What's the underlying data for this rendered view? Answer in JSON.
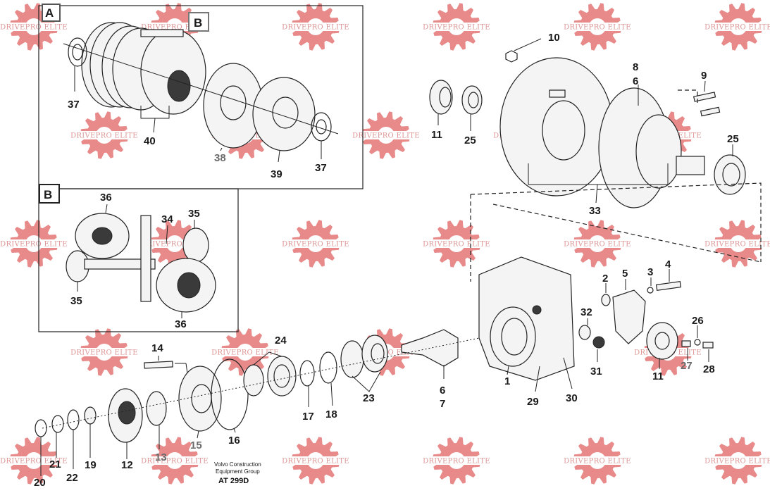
{
  "watermark": {
    "text": "DRIVEPRO ELITE",
    "color": "#e05a5a"
  },
  "boxes": {
    "a_label": "A",
    "b_ref_label": "B",
    "b_label": "B"
  },
  "caption": {
    "line1": "Volvo Construction",
    "line2": "Equipment Group",
    "code": "AT 299D"
  },
  "part_labels": {
    "n37a": "37",
    "n40": "40",
    "n38": "38",
    "n39": "39",
    "n37b": "37",
    "n36a": "36",
    "n34": "34",
    "n35a": "35",
    "n35b": "35",
    "n36b": "36",
    "n10": "10",
    "n11a": "11",
    "n25a": "25",
    "n8": "8",
    "n6a": "6",
    "n9": "9",
    "n25b": "25",
    "n33": "33",
    "n2": "2",
    "n5": "5",
    "n3": "3",
    "n4": "4",
    "n32": "32",
    "n31": "31",
    "n26": "26",
    "n27": "27",
    "n28": "28",
    "n11b": "11",
    "n1": "1",
    "n29": "29",
    "n30": "30",
    "n6b": "6",
    "n7": "7",
    "n14": "14",
    "n24": "24",
    "n23": "23",
    "n17": "17",
    "n18": "18",
    "n16": "16",
    "n15": "15",
    "n13": "13",
    "n12": "12",
    "n19": "19",
    "n22": "22",
    "n21": "21",
    "n20": "20"
  }
}
